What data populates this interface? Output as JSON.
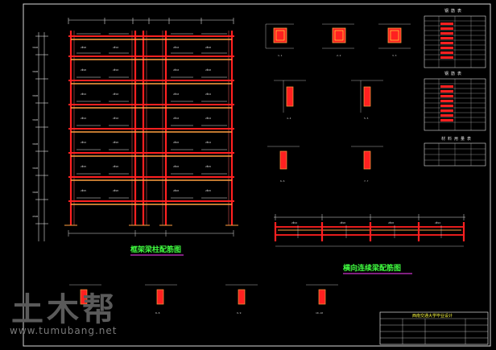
{
  "drawing": {
    "frame_title": "框架梁柱配筋图",
    "section_title": "横向连续梁配筋图",
    "title_block": {
      "header": "西南交通大学毕业设计"
    }
  },
  "watermark": {
    "logo_text": "土木帮",
    "url": "www.tumubang.net"
  },
  "colors": {
    "background": "#000000",
    "frame_red": "#ff2020",
    "beam_orange": "#ffa040",
    "dim_white": "#e0e0e0",
    "green_label": "#40ff40",
    "magenta": "#ff40ff",
    "cyan": "#40e0ff",
    "yellow": "#ffff40"
  }
}
